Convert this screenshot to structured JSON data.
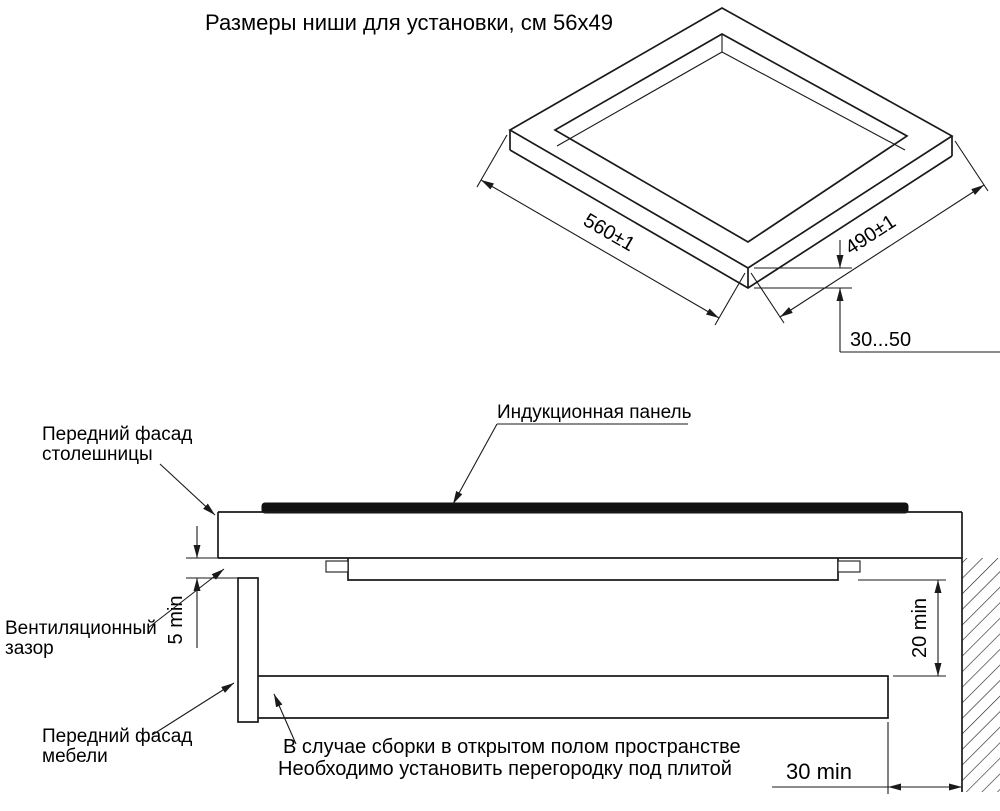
{
  "title": "Размеры ниши для установки, см 56х49",
  "colors": {
    "line": "#1a1a1a",
    "panel_fill": "#111111",
    "background": "#ffffff"
  },
  "niche": {
    "width_dim": "560±1",
    "depth_dim": "490±1",
    "thickness_dim": "30...50"
  },
  "section": {
    "induction_panel_label": "Индукционная панель",
    "countertop_front_line1": "Передний фасад",
    "countertop_front_line2": "столешницы",
    "vent_gap_line1": "Вентиляционный",
    "vent_gap_line2": "зазор",
    "vent_gap_dim": "5 min",
    "furniture_front_line1": "Передний фасад",
    "furniture_front_line2": "мебели",
    "rear_clearance_dim": "20 min",
    "bottom_clearance_dim": "30 min",
    "note_line1": "В случае сборки в открытом полом пространстве",
    "note_line2": "Необходимо установить перегородку под плитой"
  }
}
